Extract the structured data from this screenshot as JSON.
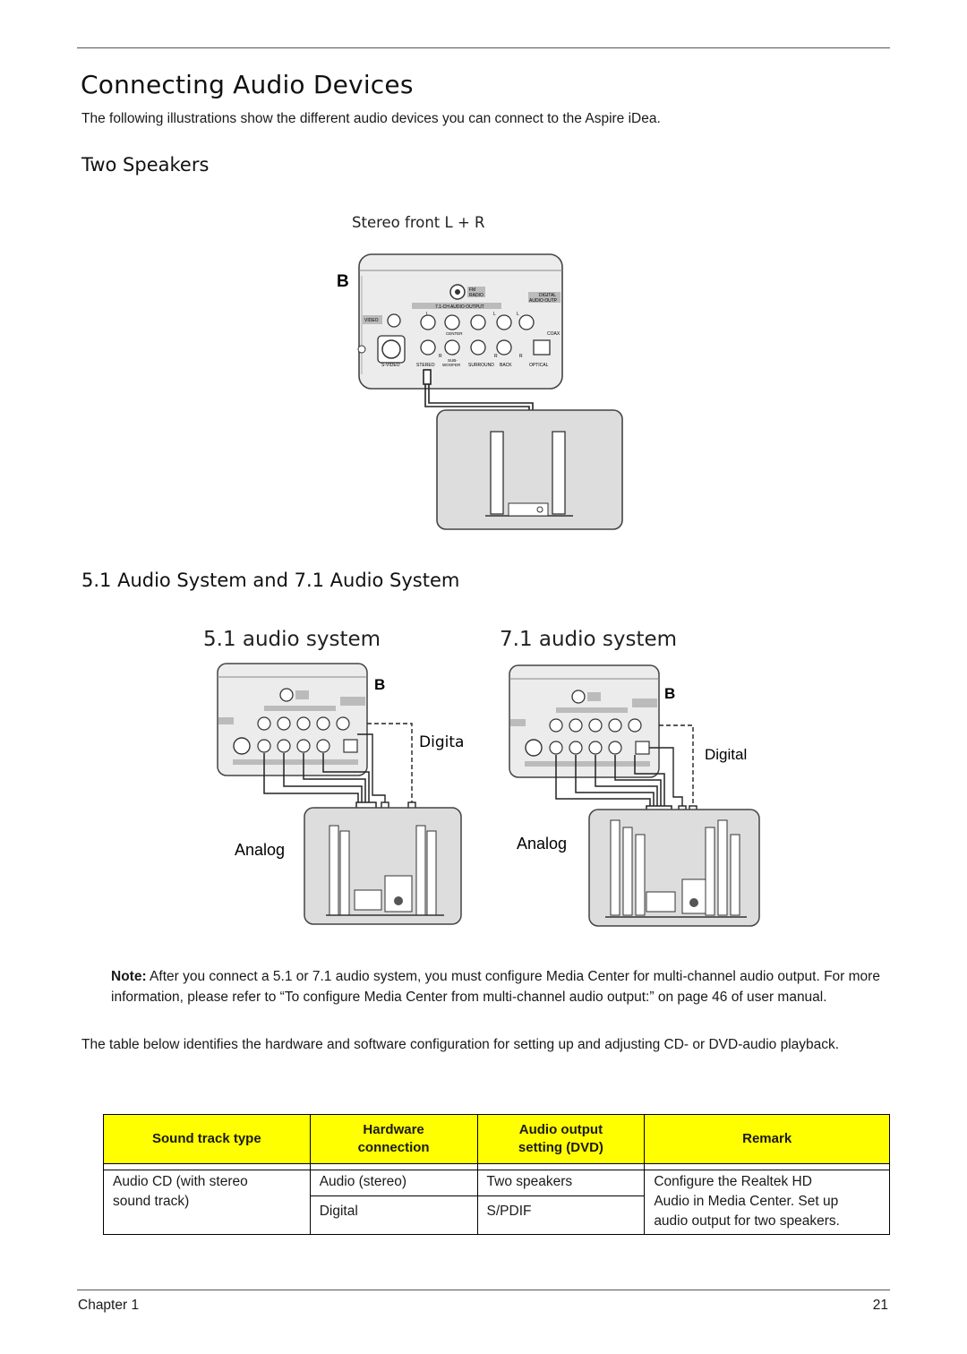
{
  "heading": "Connecting Audio Devices",
  "intro": "The following illustrations show the different audio devices you can connect to the Aspire iDea.",
  "section1": {
    "title": "Two Speakers",
    "figure_label": "Stereo front L + R",
    "marker": "B"
  },
  "section2": {
    "title": "5.1 Audio System and 7.1 Audio System",
    "left": {
      "title": "5.1 audio system",
      "digital": "Digital",
      "analog": "Analog",
      "marker": "B"
    },
    "right": {
      "title": "7.1 audio system",
      "digital": "Digital",
      "analog": "Analog",
      "marker": "B"
    }
  },
  "panel_labels": {
    "fm": "FM",
    "radio": "RADIO",
    "digital": "DIGITAL",
    "audio_outp": "AUDIO OUTP",
    "output": "7.1-CH AUDIO OUTPUT",
    "video": "VIDEO",
    "coax": "COAX",
    "center": "CENTER",
    "l": "L",
    "r": "R",
    "svideo": "S-VIDEO",
    "stereo": "STEREO",
    "sub": "SUB-",
    "woofer": "WOOFER",
    "surround": "SURROUND",
    "back": "BACK",
    "optical": "OPTICAL"
  },
  "note": {
    "label": "Note:",
    "text": " After you connect a 5.1 or 7.1 audio system, you must configure Media Center for multi-channel audio output. For more information, please refer to “To configure Media Center from multi-channel audio output:” on page 46 of user manual."
  },
  "table_intro": "The table below identifies the hardware and software configuration for setting up and adjusting CD- or DVD-audio playback.",
  "table": {
    "headers": {
      "sound_track": "Sound track type",
      "hardware_1": "Hardware",
      "hardware_2": "connection",
      "audio_output_1": "Audio output",
      "audio_output_2": "setting (DVD)",
      "remark": "Remark"
    },
    "sound_track_1": "Audio CD (with stereo",
    "sound_track_2": "sound track)",
    "row1": {
      "hardware": "Audio (stereo)",
      "output": "Two speakers"
    },
    "row2": {
      "hardware": "Digital",
      "output": "S/PDIF"
    },
    "remark_1": "Configure the Realtek HD",
    "remark_2": "Audio in Media Center. Set up",
    "remark_3": "audio output for two speakers."
  },
  "footer": {
    "chapter": "Chapter 1",
    "page": "21"
  },
  "colors": {
    "header_fill": "#ffff00",
    "panel_fill": "#ececec",
    "box_fill": "#dddddd"
  }
}
